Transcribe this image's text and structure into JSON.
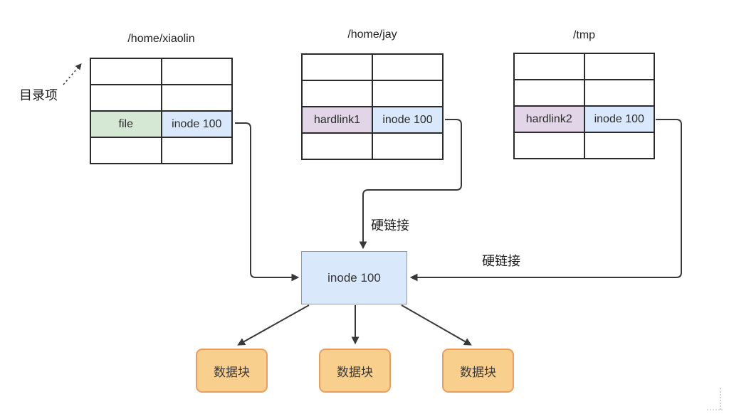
{
  "diagram": {
    "annotations": {
      "directory_entry_label": "目录项",
      "hardlink_label_top": "硬链接",
      "hardlink_label_right": "硬链接"
    },
    "directories": [
      {
        "title": "/home/xiaolin",
        "entry_name": "file",
        "entry_inode": "inode 100"
      },
      {
        "title": "/home/jay",
        "entry_name": "hardlink1",
        "entry_inode": "inode 100"
      },
      {
        "title": "/tmp",
        "entry_name": "hardlink2",
        "entry_inode": "inode 100"
      }
    ],
    "inode_box": {
      "label": "inode 100"
    },
    "data_blocks": [
      {
        "label": "数据块"
      },
      {
        "label": "数据块"
      },
      {
        "label": "数据块"
      }
    ],
    "colors": {
      "file_name_cell": "#d5e8d4",
      "hardlink_name_cell": "#e1d5e7",
      "inode_cell": "#dae8fc",
      "inode_box_fill": "#dae8fc",
      "inode_box_border": "#7a9cc6",
      "data_block_fill": "#f9cf8e",
      "data_block_border": "#ec9d5e",
      "table_border": "#2b2b2b",
      "connector_line": "#383838"
    }
  }
}
